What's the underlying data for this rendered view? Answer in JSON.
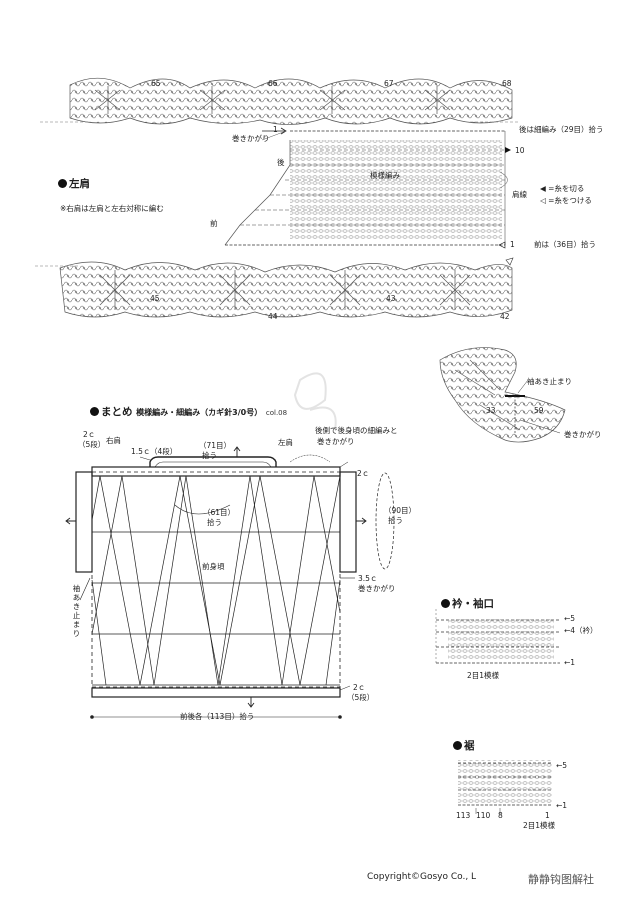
{
  "top_motif_numbers": [
    "65",
    "66",
    "67",
    "68"
  ],
  "bottom_motif_numbers": [
    "45",
    "44",
    "43",
    "42"
  ],
  "side_motif_numbers": [
    "33",
    "59"
  ],
  "left_shoulder": {
    "title": "左肩",
    "note": "※右肩は左肩と左右対称に編む",
    "back_label": "後",
    "front_label": "前",
    "wrap_label": "巻きかがり",
    "pattern_label": "模様編み",
    "back_pickup": "後は細編み（29目）拾う",
    "front_pickup": "前は（36目）拾う",
    "row_10": "10",
    "row_1_top": "1",
    "row_1_bottom": "1",
    "shoulder_line": "肩線",
    "legend_cut": "◀ =糸を切る",
    "legend_attach": "◁ =糸をつける",
    "sleeve_stop": "袖あき止まり",
    "wrap_label_side": "巻きかがり"
  },
  "assembly": {
    "title": "まとめ",
    "subtitle": "模様編み・細編み（カギ針3/0号）",
    "col": "col.08",
    "top_2c": "2ｃ",
    "top_5dan": "（5段）",
    "right_shoulder": "右肩",
    "left_shoulder": "左肩",
    "neck_15c": "1.5ｃ",
    "neck_4dan": "（4段）",
    "neck_71": "（71目）",
    "pickup": "拾う",
    "back_sc_note": "後側で後身頃の細編みと",
    "back_sc_note2": "巻きかがり",
    "right_2c": "2ｃ",
    "count_61": "（61目）",
    "pickup_61": "拾う",
    "count_90": "（90目）",
    "pickup_90": "拾う",
    "front_body": "前身頃",
    "side_35c": "3.5ｃ",
    "side_wrap": "巻きかがり",
    "sleeve_stop_vertical": "袖あき止まり",
    "hem_2c": "2ｃ",
    "hem_5dan": "（5段）",
    "bottom_pickup": "前後各（113目）拾う"
  },
  "collar_cuff": {
    "title": "衿・袖口",
    "row_5": "←5",
    "row_4": "←4（衿）",
    "row_1": "←1",
    "repeat": "2目1模様"
  },
  "hem": {
    "title": "裾",
    "row_5": "←5",
    "row_1": "←1",
    "n113": "113",
    "n110": "110",
    "n8": "8",
    "n1": "1",
    "repeat": "2目1模様"
  },
  "footer": {
    "copyright": "Copyright©Gosyo Co., L",
    "watermark": "静静钩图解社"
  }
}
